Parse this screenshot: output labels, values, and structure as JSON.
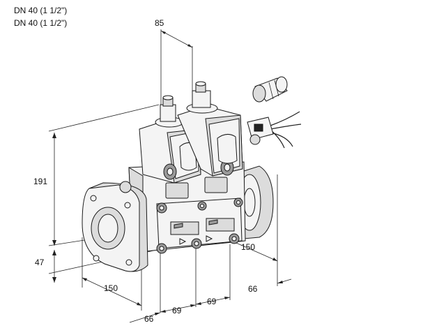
{
  "header": {
    "line1": "DN 40 (1 1/2\")",
    "line2": "DN 40 (1 1/2\")"
  },
  "dimensions": {
    "top_spacing": "85",
    "height": "191",
    "base_height": "47",
    "flange_depth_left": "150",
    "flange_depth_right": "150",
    "offset_left": "66",
    "spacing_1": "69",
    "spacing_2": "69",
    "offset_right": "66"
  }
}
